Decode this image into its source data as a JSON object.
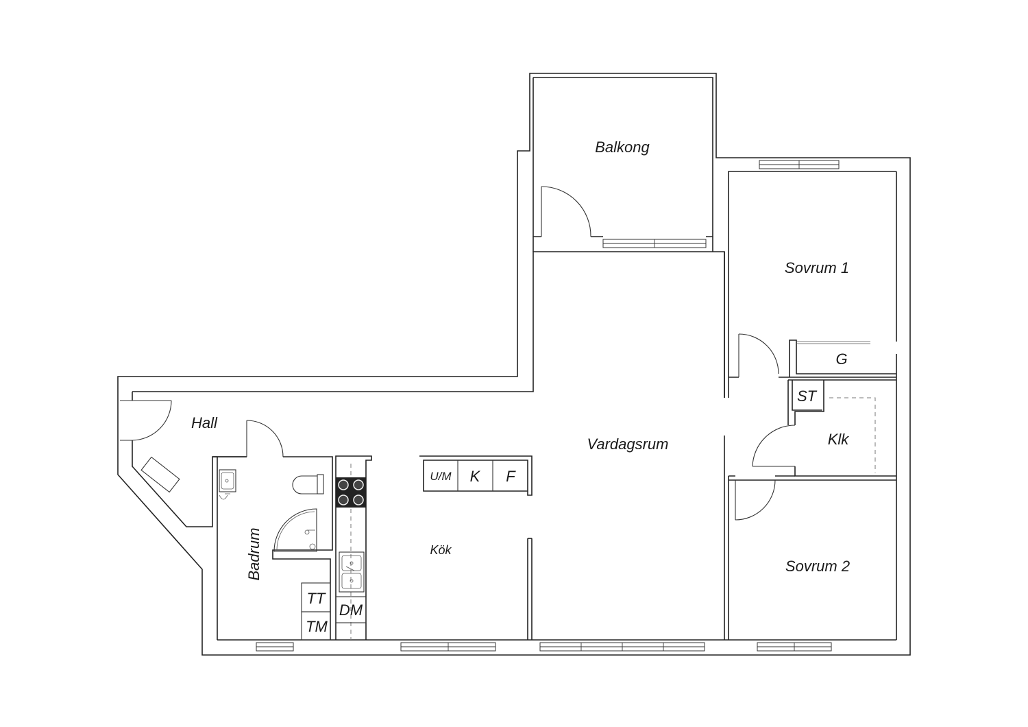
{
  "rooms": {
    "balkong": "Balkong",
    "hall": "Hall",
    "vardagsrum": "Vardagsrum",
    "kok": "Kök",
    "badrum": "Badrum",
    "sovrum1": "Sovrum 1",
    "sovrum2": "Sovrum 2",
    "klk": "Klk"
  },
  "fixtures": {
    "um": "U/M",
    "k": "K",
    "f": "F",
    "g": "G",
    "st": "ST",
    "tt": "TT",
    "tm": "TM",
    "dm": "DM"
  },
  "icons": {
    "hob": "stove-hob-icon",
    "sink": "sink-icon",
    "toilet": "toilet-icon",
    "shower": "shower-icon",
    "washbasin": "washbasin-icon"
  },
  "colors": {
    "line": "#222222",
    "background": "#ffffff"
  }
}
